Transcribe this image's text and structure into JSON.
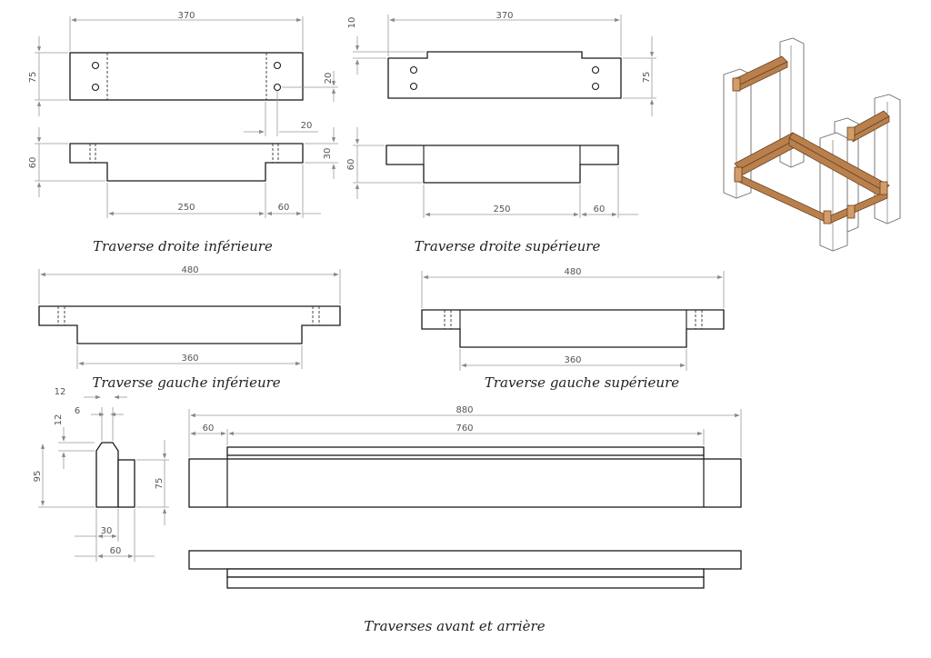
{
  "captions": {
    "tdi": "Traverse droite inférieure",
    "tds": "Traverse droite supérieure",
    "tgi": "Traverse gauche inférieure",
    "tgs": "Traverse gauche supérieure",
    "tav": "Traverses avant et arrière"
  },
  "dims": {
    "tdi_len": "370",
    "tdi_h": "75",
    "tdi_hole": "20",
    "tdi_hole2": "20",
    "tdi_side_h": "60",
    "tdi_tenon_h": "30",
    "tdi_mid": "250",
    "tdi_end": "60",
    "tds_len": "370",
    "tds_step": "10",
    "tds_h": "75",
    "tds_side_h": "60",
    "tds_mid": "250",
    "tds_end": "60",
    "tgi_len": "480",
    "tgi_mid": "360",
    "tgs_len": "480",
    "tgs_mid": "360",
    "sec_12a": "12",
    "sec_6": "6",
    "sec_12b": "12",
    "sec_95": "95",
    "sec_75": "75",
    "sec_30": "30",
    "sec_60": "60",
    "tav_len": "880",
    "tav_end": "60",
    "tav_mid": "760"
  },
  "colors": {
    "wood": "#b9804d",
    "wood_light": "#d39d6a",
    "line": "#1a1a1a"
  }
}
